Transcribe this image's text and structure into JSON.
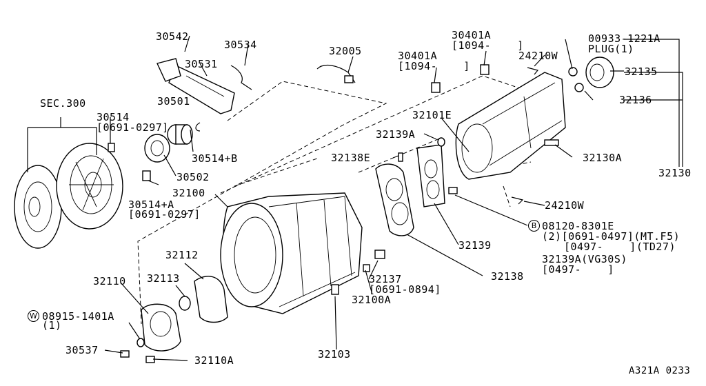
{
  "labels": {
    "p30542": "30542",
    "p30534": "30534",
    "p30531": "30531",
    "p32005": "32005",
    "p30401a_1": "30401A",
    "p30401a_1_range": "[1094-    ]",
    "p30401a_2": "30401A",
    "p30401a_2_range": "[1094-    ]",
    "p24210w_top": "24210W",
    "p00933": "00933-1221A",
    "plug": "PLUG(1)",
    "p32135": "32135",
    "p32136": "32136",
    "sec300": "SEC.300",
    "p30514": "30514",
    "p30514_range": "[0691-0297]",
    "p30501": "30501",
    "p30514b": "30514+B",
    "p30502": "30502",
    "p32101e": "32101E",
    "p32139a": "32139A",
    "p32138e": "32138E",
    "p32130a": "32130A",
    "p32130": "32130",
    "p32100": "32100",
    "p30514a": "30514+A",
    "p30514a_range": "[0691-0297]",
    "p24210w_bot": "24210W",
    "b_circle": "B",
    "p08120": "08120-8301E",
    "p08120_l2": "(2)[0691-0497](MT.F5)",
    "p08120_l3": "[0497-    ](TD27)",
    "p32139": "32139",
    "p32139a_vg": "32139A(VG30S)",
    "p32139a_vg_range": "[0497-    ]",
    "p32112": "32112",
    "p32110": "32110",
    "p32113": "32113",
    "p32138": "32138",
    "p32137": "32137",
    "p32137_range": "[0691-0894]",
    "p32100a": "32100A",
    "w_circle": "W",
    "p08915": "08915-1401A",
    "p08915_qty": "(1)",
    "p30537": "30537",
    "p32110a": "32110A",
    "p32103": "32103",
    "code": "A321A 0233"
  }
}
